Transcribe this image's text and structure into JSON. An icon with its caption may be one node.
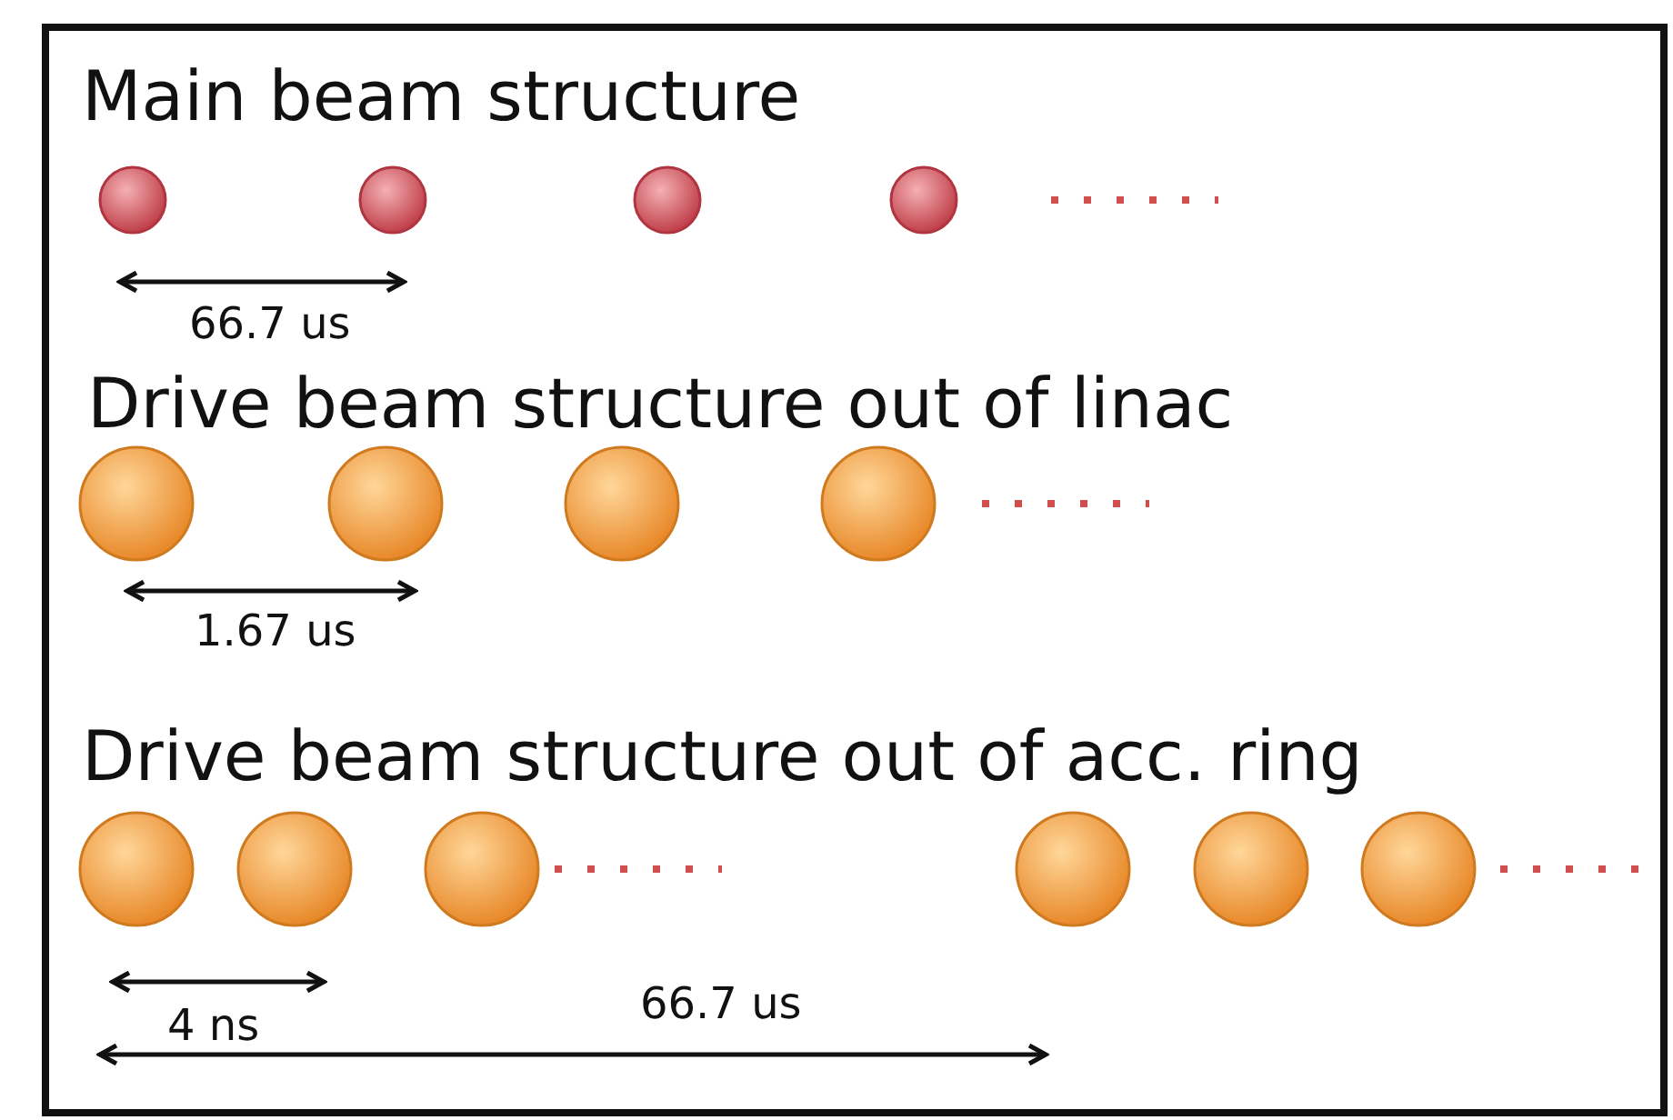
{
  "diagram": {
    "labels": [
      "Main beam structure",
      "66.7 us",
      "Drive beam structure out of linac",
      "1.67 us",
      "Drive beam structure out of acc. ring",
      "4 ns",
      "66.7 us"
    ]
  }
}
